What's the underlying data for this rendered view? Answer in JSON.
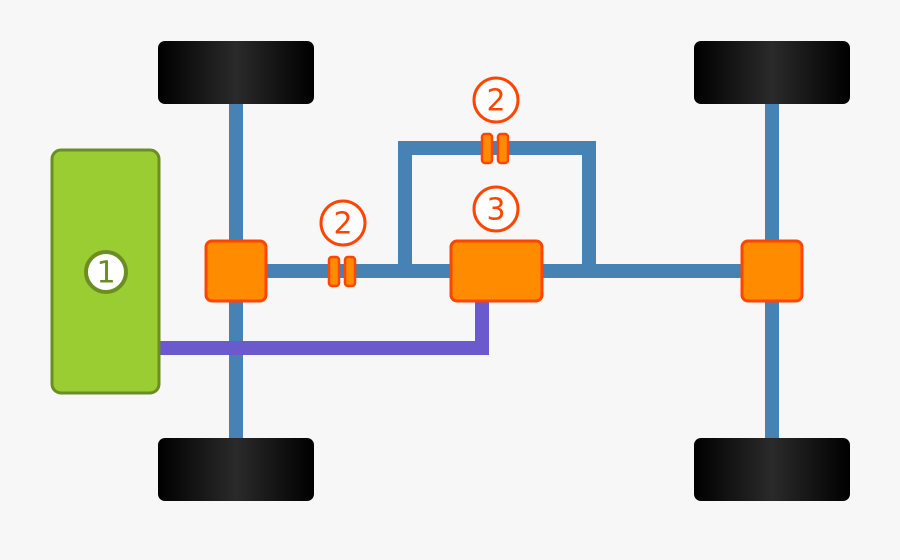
{
  "labels": {
    "engine": "1",
    "clutch_a": "2",
    "clutch_b": "2",
    "center_unit": "3"
  },
  "colors": {
    "background": "#f7f7f7",
    "shaft": "#4682b4",
    "drive_link": "#6a5acd",
    "engine_fill": "#9acd32",
    "engine_stroke": "#6b8e23",
    "unit_fill": "#ff8c00",
    "unit_stroke": "#ff4500",
    "wheel": "#111111"
  }
}
